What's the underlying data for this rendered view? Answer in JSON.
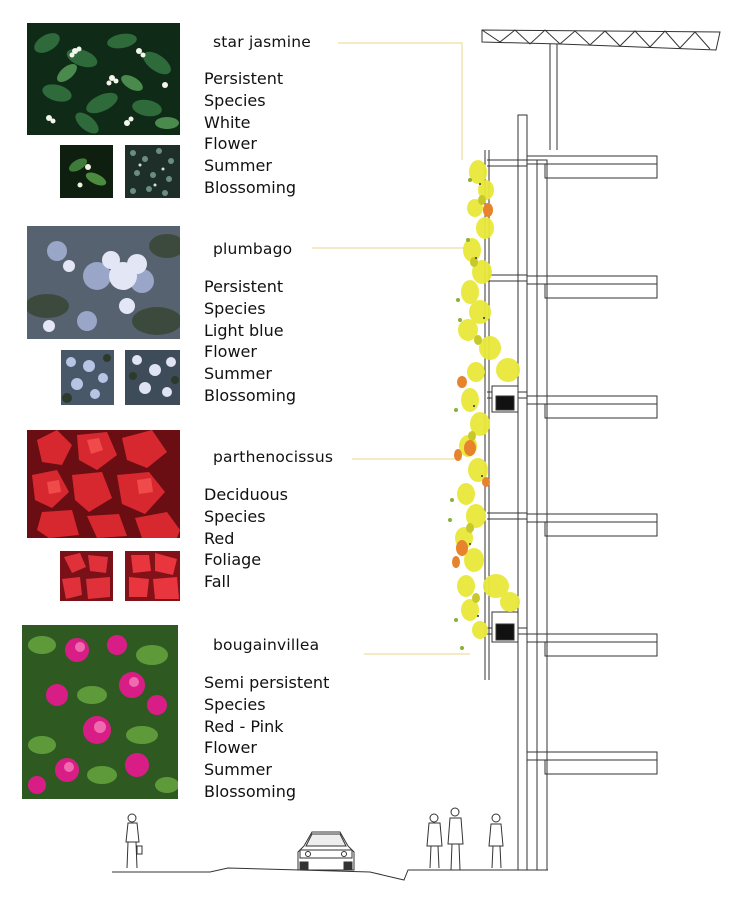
{
  "plants": [
    {
      "id": "star-jasmine",
      "name": "star jasmine",
      "attributes": [
        "Persistent",
        "Species",
        "White",
        "Flower",
        "Summer",
        "Blossoming"
      ]
    },
    {
      "id": "plumbago",
      "name": "plumbago",
      "attributes": [
        "Persistent",
        "Species",
        "Light blue",
        "Flower",
        "Summer",
        "Blossoming"
      ]
    },
    {
      "id": "parthenocissus",
      "name": "parthenocissus",
      "attributes": [
        "Deciduous",
        "Species",
        "Red",
        "Foliage",
        "Fall"
      ]
    },
    {
      "id": "bougainvillea",
      "name": "bougainvillea",
      "attributes": [
        "Semi persistent",
        "Species",
        "Red - Pink",
        "Flower",
        "Summer",
        "Blossoming"
      ]
    }
  ],
  "colors": {
    "jasmine_leaf": "#1f4a2a",
    "jasmine_flower": "#f4f6ee",
    "plumbago_bg": "#5e6b78",
    "plumbago_flower": "#e3e6f5",
    "parthenocissus_leaf": "#d8282f",
    "bougainvillea_bract": "#d81e86",
    "bougainvillea_leaf": "#3e7a2a",
    "vine_yellow": "#e9e83a",
    "vine_orange": "#e7832c",
    "leader_line": "#e8d68a",
    "drawing_line": "#333333"
  }
}
